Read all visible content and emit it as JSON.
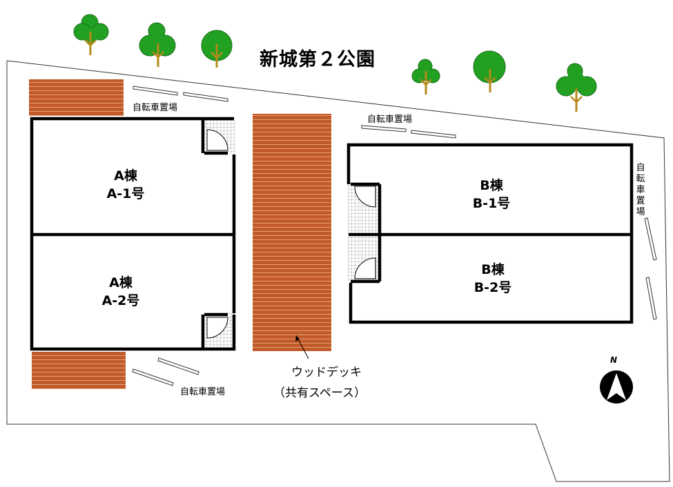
{
  "park_name": "新城第２公園",
  "bicycle_parking_label": "自転車置場",
  "bicycle_parking_vertical": [
    "自",
    "転",
    "車",
    "置",
    "場"
  ],
  "units": [
    {
      "building": "A棟",
      "number": "A-1号"
    },
    {
      "building": "A棟",
      "number": "A-2号"
    },
    {
      "building": "B棟",
      "number": "B-1号"
    },
    {
      "building": "B棟",
      "number": "B-2号"
    }
  ],
  "deck_label": "ウッドデッキ",
  "deck_sublabel": "（共有スペース）",
  "north_label": "N",
  "colors": {
    "deck": "#c05a28",
    "deck_line": "#e9a079",
    "wall": "#000000",
    "tree_leaf": "#22a022",
    "tree_trunk": "#b58a1a",
    "tile": "#bdbdbd"
  }
}
